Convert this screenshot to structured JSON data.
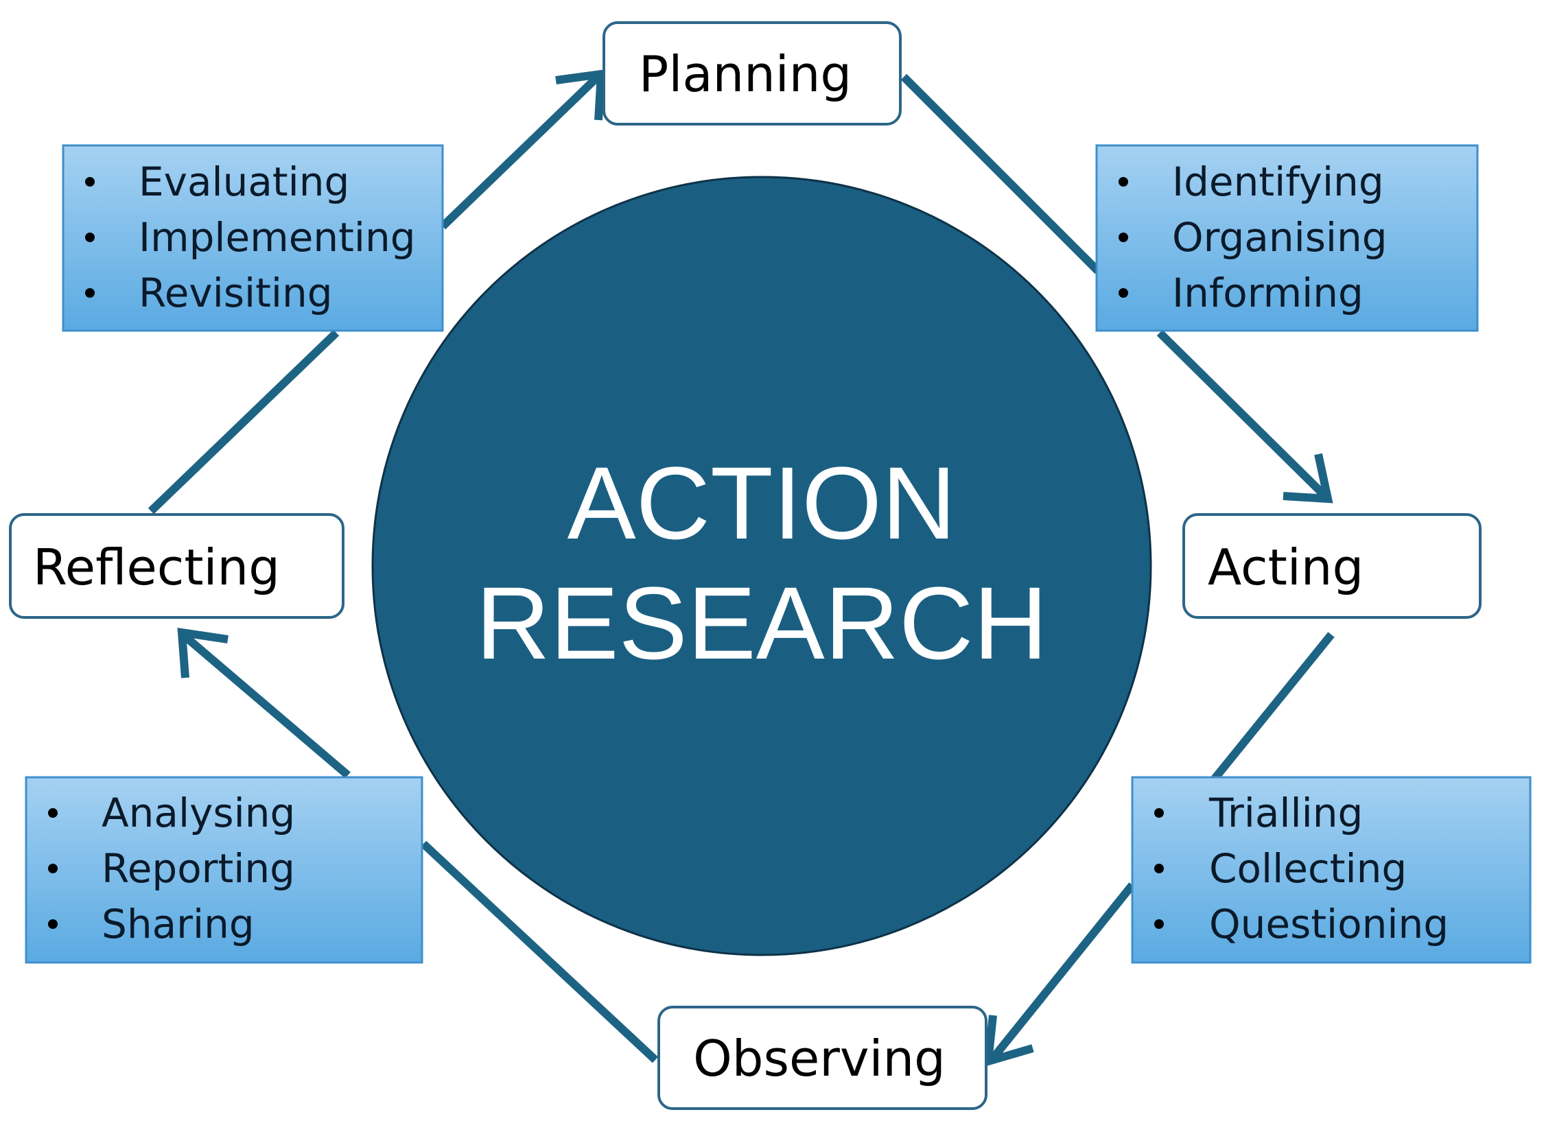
{
  "center": {
    "line1": "ACTION",
    "line2": "RESEARCH"
  },
  "stages": {
    "planning": "Planning",
    "acting": "Acting",
    "observing": "Observing",
    "reflecting": "Reflecting"
  },
  "activities": {
    "planning": [
      "Identifying",
      "Organising",
      "Informing"
    ],
    "acting": [
      "Trialling",
      "Collecting",
      "Questioning"
    ],
    "observing": [
      "Analysing",
      "Reporting",
      "Sharing"
    ],
    "reflecting": [
      "Evaluating",
      "Implementing",
      "Revisiting"
    ]
  },
  "colors": {
    "circle": "#1a5f82",
    "arrow": "#1d6384",
    "box_fill_top": "#a5d1f2",
    "box_fill_bottom": "#5aaae2",
    "box_border": "#3f8fcb",
    "stage_border": "#2d6688"
  }
}
